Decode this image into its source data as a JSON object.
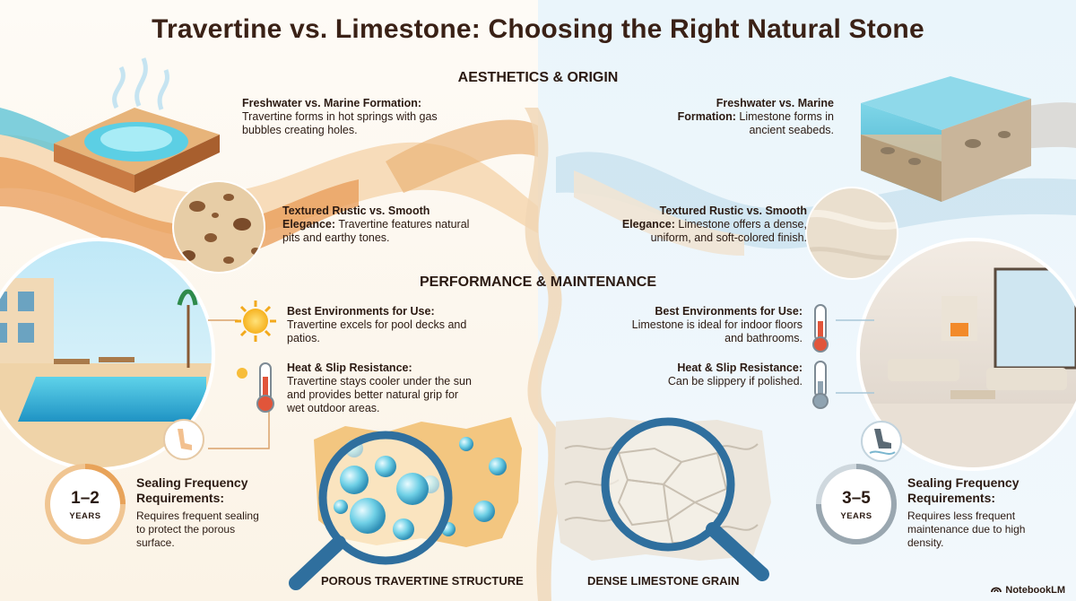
{
  "title": "Travertine vs. Limestone: Choosing the Right Natural Stone",
  "sections": {
    "aesthetics": "AESTHETICS & ORIGIN",
    "performance": "PERFORMANCE & MAINTENANCE"
  },
  "travertine": {
    "formation_head": "Freshwater vs. Marine Formation:",
    "formation_body": "Travertine forms in hot springs with gas bubbles creating holes.",
    "texture_head": "Textured Rustic vs. Smooth Elegance:",
    "texture_body": "Travertine features natural pits and earthy tones.",
    "env_head": "Best Environments for Use:",
    "env_body": "Travertine excels for pool decks and patios.",
    "heat_head": "Heat & Slip Resistance:",
    "heat_body": "Travertine stays cooler under the sun and provides better natural grip for wet outdoor areas.",
    "seal_years": "1–2",
    "seal_unit": "YEARS",
    "seal_head": "Sealing Frequency Requirements:",
    "seal_body": "Requires frequent sealing to protect the porous surface.",
    "structure_caption": "POROUS TRAVERTINE STRUCTURE"
  },
  "limestone": {
    "formation_head": "Freshwater vs. Marine Formation:",
    "formation_body": "Limestone forms in ancient seabeds.",
    "texture_head": "Textured Rustic vs. Smooth Elegance:",
    "texture_body": "Limestone offers a dense, uniform, and soft-colored finish.",
    "env_head": "Best Environments for Use:",
    "env_body": "Limestone is ideal for indoor floors and bathrooms.",
    "heat_head": "Heat & Slip Resistance:",
    "heat_body": "Can be slippery if polished.",
    "seal_years": "3–5",
    "seal_unit": "YEARS",
    "seal_head": "Sealing Frequency Requirements:",
    "seal_body": "Requires less frequent maintenance due to high density.",
    "structure_caption": "DENSE LIMESTONE GRAIN"
  },
  "brand": "NotebookLM",
  "colors": {
    "travertine_accent": "#e8a35a",
    "limestone_accent": "#9fbfd2",
    "water": "#5cc3d8"
  }
}
